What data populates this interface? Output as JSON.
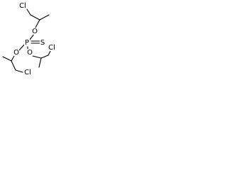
{
  "structure": {
    "atoms": {
      "cl_top": "Cl",
      "o_top": "O",
      "p": "P",
      "s": "S",
      "o_left": "O",
      "o_right": "O",
      "cl_left": "Cl",
      "cl_right": "Cl"
    }
  }
}
